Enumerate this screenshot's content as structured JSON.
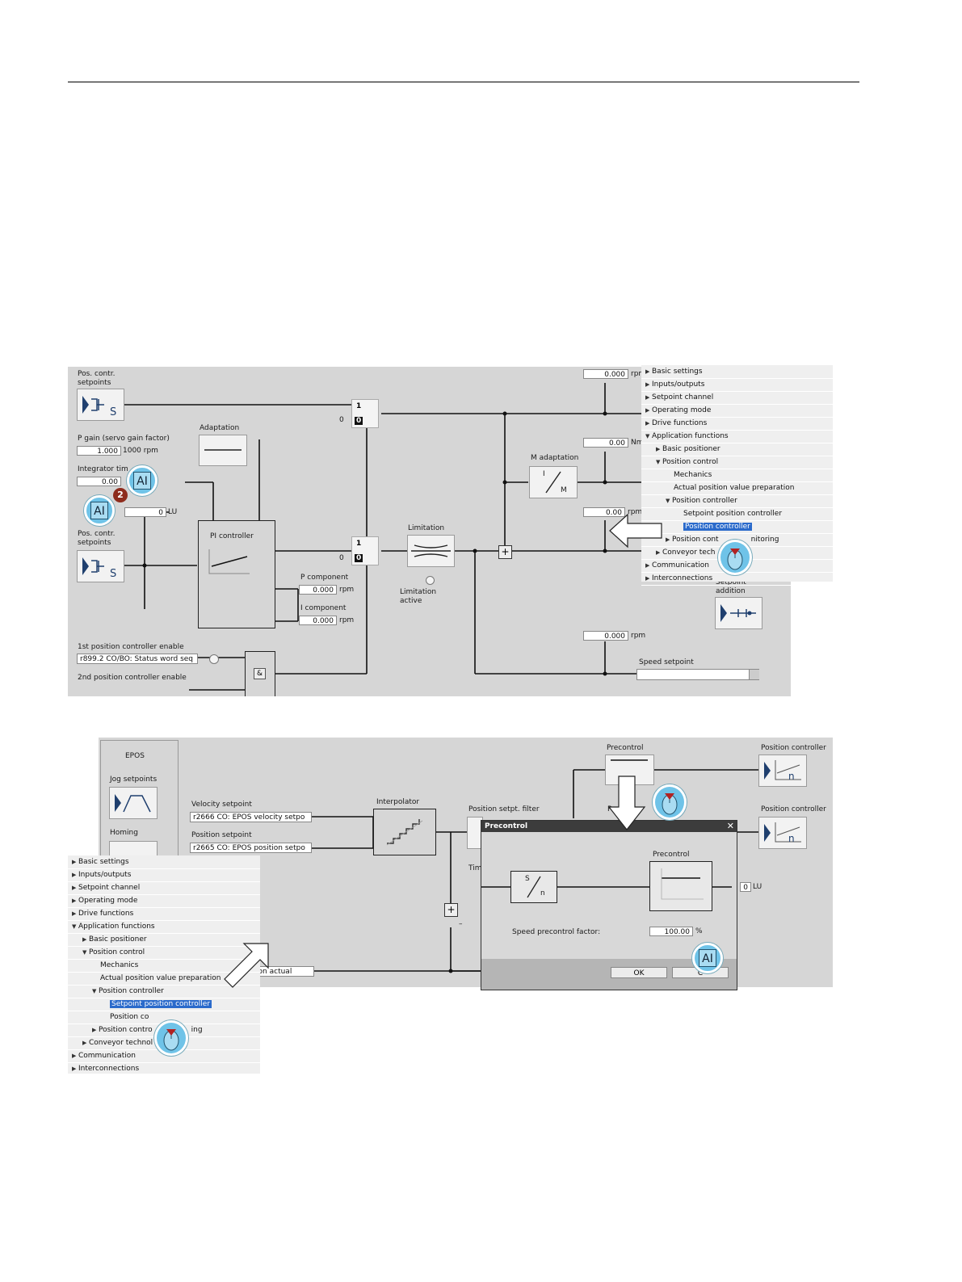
{
  "top_panel": {
    "pos_contr_setpoints_1": "Pos. contr.\nsetpoints",
    "adaptation": "Adaptation",
    "p_gain_label": "P gain (servo gain factor)",
    "p_gain_value": "1.000",
    "p_gain_unit": "1000 rpm",
    "integrator_label": "Integrator tim",
    "integrator_value": "0.00",
    "lu_value": "0",
    "lu_unit": "LU",
    "pos_contr_setpoints_2": "Pos. contr.\nsetpoints",
    "pi_controller": "PI controller",
    "p_component": "P component",
    "p_component_value": "0.000",
    "i_component": "I component",
    "i_component_value": "0.000",
    "rpm": "rpm",
    "limitation": "Limitation",
    "limitation_active": "Limitation\nactive",
    "m_adaptation": "M adaptation",
    "val_top": "0.000",
    "unit_top": "rpm",
    "val_nm": "0.00",
    "unit_nm": "Nm",
    "val_mid": "0.00",
    "unit_mid": "rpm",
    "val_speed": "0.000",
    "unit_speed": "rpm",
    "speed_setpoint": "Speed setpoint",
    "setpoint_addition": "Setpoint\naddition",
    "first_enable": "1st position controller enable",
    "first_enable_value": "r899.2 CO/BO: Status word seq",
    "second_enable": "2nd position controller enable",
    "and_gate": "&",
    "switch_one": "1",
    "switch_zero": "0",
    "switch_zero_label": "0",
    "s_glyph": "S",
    "i_glyph": "I",
    "m_glyph": "M"
  },
  "tree_top": {
    "items": [
      {
        "label": "Basic settings",
        "expander": "▶"
      },
      {
        "label": "Inputs/outputs",
        "expander": "▶"
      },
      {
        "label": "Setpoint channel",
        "expander": "▶"
      },
      {
        "label": "Operating mode",
        "expander": "▶"
      },
      {
        "label": "Drive functions",
        "expander": "▶"
      },
      {
        "label": "Application functions",
        "expander": "▼"
      },
      {
        "label": "Basic positioner",
        "expander": "▶"
      },
      {
        "label": "Position control",
        "expander": "▼"
      },
      {
        "label": "Mechanics",
        "expander": ""
      },
      {
        "label": "Actual position value preparation",
        "expander": ""
      },
      {
        "label": "Position controller",
        "expander": "▼"
      },
      {
        "label": "Setpoint position controller",
        "expander": ""
      },
      {
        "label": "Position controller",
        "expander": ""
      },
      {
        "label": "Position cont",
        "expander": "▶",
        "suffix": "nitoring"
      },
      {
        "label": "Conveyor tech",
        "expander": "▶"
      },
      {
        "label": "Communication",
        "expander": "▶"
      },
      {
        "label": "Interconnections",
        "expander": "▶"
      }
    ]
  },
  "bottom_panel": {
    "epos": "EPOS",
    "jog_setpoints": "Jog setpoints",
    "homing": "Homing",
    "velocity_setpoint": "Velocity setpoint",
    "velocity_value": "r2666 CO: EPOS velocity setpo",
    "position_setpoint": "Position setpoint",
    "position_value": "r2665 CO: EPOS position setpo",
    "interpolator": "Interpolator",
    "pos_setpt_filter": "Position setpt. filter",
    "tim": "Tim",
    "precontrol": "Precontrol",
    "precontrol_partial": "Pr",
    "position_controller_1": "Position controller",
    "position_controller_2": "Position controller",
    "position_actual": "ition actual",
    "minus": "–",
    "n_glyph": "n"
  },
  "tree_bottom": {
    "items": [
      {
        "label": "Basic settings",
        "expander": "▶"
      },
      {
        "label": "Inputs/outputs",
        "expander": "▶"
      },
      {
        "label": "Setpoint channel",
        "expander": "▶"
      },
      {
        "label": "Operating mode",
        "expander": "▶"
      },
      {
        "label": "Drive functions",
        "expander": "▶"
      },
      {
        "label": "Application functions",
        "expander": "▼"
      },
      {
        "label": "Basic positioner",
        "expander": "▶"
      },
      {
        "label": "Position control",
        "expander": "▼"
      },
      {
        "label": "Mechanics",
        "expander": ""
      },
      {
        "label": "Actual position value preparation",
        "expander": ""
      },
      {
        "label": "Position controller",
        "expander": "▼"
      },
      {
        "label": "Setpoint position controller",
        "expander": ""
      },
      {
        "label": "Position co",
        "expander": ""
      },
      {
        "label": "Position contro",
        "expander": "▶",
        "suffix": "ing"
      },
      {
        "label": "Conveyor technol",
        "expander": "▶"
      },
      {
        "label": "Communication",
        "expander": "▶"
      },
      {
        "label": "Interconnections",
        "expander": "▶"
      }
    ]
  },
  "dialog": {
    "title": "Precontrol",
    "close": "✕",
    "precontrol_label": "Precontrol",
    "speed_factor_label": "Speed precontrol factor:",
    "speed_factor_value": "100.00",
    "speed_factor_unit": "%",
    "lu_value": "0",
    "lu_unit": "LU",
    "ok": "OK",
    "cancel": "C"
  },
  "hints": {
    "ai": "AI",
    "step": "2"
  }
}
